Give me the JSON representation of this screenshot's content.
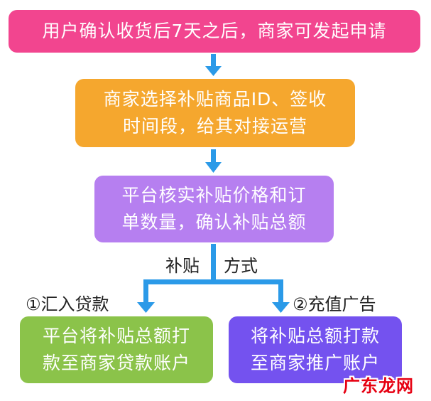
{
  "steps": {
    "s1": "用户确认收货后7天之后，商家可发起申请",
    "s2_l1": "商家选择补贴商品ID、签收",
    "s2_l2": "时间段，给其对接运营",
    "s3_l1": "平台核实补贴价格和订",
    "s3_l2": "单数量，确认补贴总额",
    "left_l1": "平台将补贴总额打",
    "left_l2": "款至商家贷款账户",
    "right_l1": "将补贴总额打款",
    "right_l2": "至商家推广账户"
  },
  "labels": {
    "method_a": "补贴",
    "method_b": "方式",
    "option1": "①汇入贷款",
    "option2": "②充值广告"
  },
  "watermark": "广东龙网",
  "colors": {
    "pink": "#f2458f",
    "orange": "#f5a72e",
    "purple": "#b67ff0",
    "green": "#8bc34a",
    "violet": "#7452ef",
    "arrow": "#2b9ae8"
  }
}
